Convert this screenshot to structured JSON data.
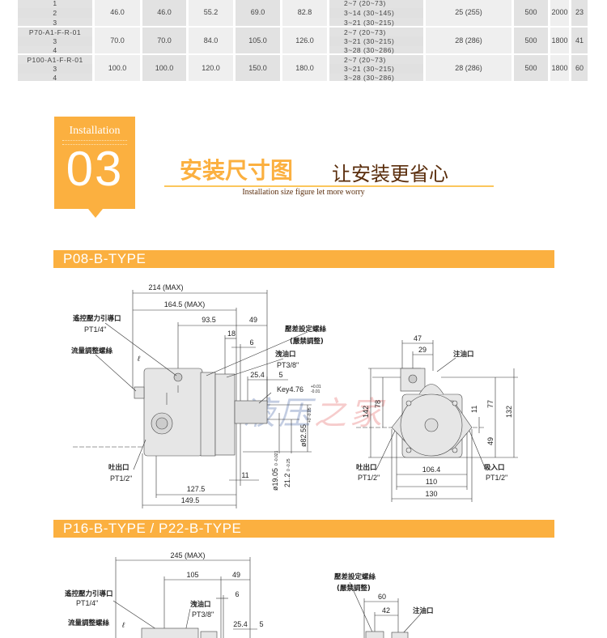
{
  "spec_table": {
    "groups": [
      {
        "model": "",
        "subs": [
          "1",
          "2",
          "3"
        ],
        "values": [
          "46.0",
          "46.0",
          "55.2",
          "69.0",
          "82.8"
        ],
        "pressure": [
          "2~7  (20~73)",
          "3~14 (30~145)",
          "3~21 (30~215)"
        ],
        "max_pressure": "25 (255)",
        "min_speed": "500",
        "max_speed": "2000",
        "weight": "23"
      },
      {
        "model": "P70-A1-F-R-01",
        "subs": [
          "3",
          "4"
        ],
        "values": [
          "70.0",
          "70.0",
          "84.0",
          "105.0",
          "126.0"
        ],
        "pressure": [
          "2~7  (20~73)",
          "3~21 (30~215)",
          "3~28 (30~286)"
        ],
        "max_pressure": "28 (286)",
        "min_speed": "500",
        "max_speed": "1800",
        "weight": "41"
      },
      {
        "model": "P100-A1-F-R-01",
        "subs": [
          "3",
          "4"
        ],
        "values": [
          "100.0",
          "100.0",
          "120.0",
          "150.0",
          "180.0"
        ],
        "pressure": [
          "2~7  (20~73)",
          "3~21 (30~215)",
          "3~28 (30~286)"
        ],
        "max_pressure": "28 (286)",
        "min_speed": "500",
        "max_speed": "1800",
        "weight": "60"
      }
    ]
  },
  "section": {
    "badge_label": "Installation",
    "badge_number": "03",
    "title_main": "安装尺寸图",
    "title_sub": "让安装更省心",
    "subtitle_en": "Installation size figure let more worry"
  },
  "watermark": [
    "液",
    "压",
    "之",
    "家"
  ],
  "p08": {
    "bar_label": "P08-B-TYPE",
    "dims": {
      "total": "214 (MAX)",
      "body": "164.5 (MAX)",
      "d93": "93.5",
      "d49": "49",
      "d18": "18",
      "d6": "6",
      "d254": "25.4",
      "d5": "5",
      "key": "Key4.76",
      "key_tol_up": "+0.01",
      "key_tol_dn": "-0.01",
      "d82": "ø82.55",
      "d82_tol": "+0 -0.05",
      "d19": "ø19.05",
      "d19_tol": "0 -0.021",
      "d21": "21.2",
      "d21_tol": "0 -0.25",
      "d11": "11",
      "d1275": "127.5",
      "d1495": "149.5",
      "ell": "ℓ"
    },
    "labels": {
      "remote": "遙控壓力引導口",
      "remote_pt": "PT1/4\"",
      "flow": "流量調整螺絲",
      "diff": "壓差設定螺絲",
      "diff_note": "(嚴禁調整)",
      "drain": "洩油口",
      "drain_pt": "PT3/8\"",
      "outlet": "吐出口",
      "outlet_pt": "PT1/2\""
    },
    "end_view": {
      "d47": "47",
      "d29": "29",
      "fill": "注油口",
      "d142": "142",
      "d78": "78",
      "d77": "77",
      "d132": "132",
      "d11": "11",
      "d49": "49",
      "d1064": "106.4",
      "d110": "110",
      "d130": "130",
      "outlet": "吐出口",
      "outlet_pt": "PT1/2\"",
      "inlet": "吸入口",
      "inlet_pt": "PT1/2\""
    }
  },
  "p16": {
    "bar_label": "P16-B-TYPE / P22-B-TYPE",
    "dims": {
      "total": "245 (MAX)",
      "d105": "105",
      "d49": "49",
      "d6": "6",
      "d254": "25.4",
      "d5": "5",
      "ell": "ℓ",
      "d60": "60",
      "d42": "42"
    },
    "labels": {
      "remote": "遙控壓力引導口",
      "remote_pt": "PT1/4\"",
      "drain": "洩油口",
      "drain_pt": "PT3/8\"",
      "flow": "流量調整螺絲",
      "diff": "壓差設定螺絲",
      "diff_note": "(嚴禁調整)",
      "fill": "注油口"
    }
  }
}
